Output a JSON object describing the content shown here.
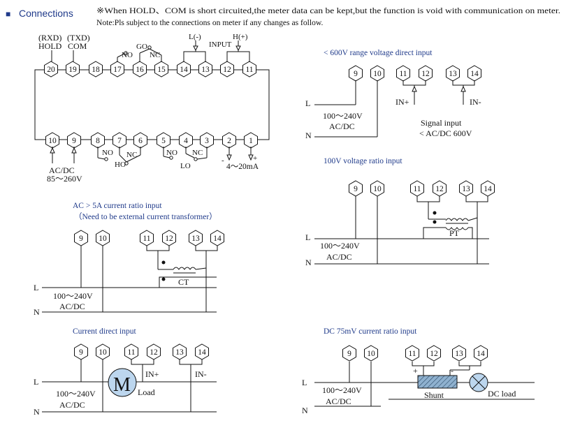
{
  "header": {
    "bullet": "■",
    "title": "Connections",
    "note_line1": "※When HOLD、COM is short circuited,the meter data can be kept,but the function is void with communication on meter.",
    "note_line2": "Note:Pls subject to the connections on meter if any changes as follow."
  },
  "terminal_block": {
    "top_terminals": [
      "20",
      "19",
      "18",
      "17",
      "16",
      "15",
      "14",
      "13",
      "12",
      "11"
    ],
    "bottom_terminals": [
      "10",
      "9",
      "8",
      "7",
      "6",
      "5",
      "4",
      "3",
      "2",
      "1"
    ],
    "labels": {
      "rxd": "(RXD)",
      "txd": "(TXD)",
      "hold": "HOLD",
      "com": "COM",
      "go": "GO",
      "no_top": "NO",
      "nc_top": "NC",
      "l_minus": "L(-)",
      "h_plus": "H(+)",
      "input": "INPUT",
      "acdc": "AC/DC",
      "supply_range": "85～260V",
      "no_hi": "NO",
      "nc_hi": "NC",
      "ho": "HO",
      "no_lo": "NO",
      "nc_lo": "NC",
      "lo": "LO",
      "minus": "-",
      "plus": "+",
      "current_out": "4～20mA"
    }
  },
  "sections": {
    "v600": {
      "title": "< 600V range voltage direct input",
      "terminals": [
        "9",
        "10",
        "11",
        "12",
        "13",
        "14"
      ],
      "line_l": "L",
      "line_n": "N",
      "supply_1": "100～240V",
      "supply_2": "AC/DC",
      "in_plus": "IN+",
      "in_minus": "IN-",
      "signal_1": "Signal input",
      "signal_2": "< AC/DC 600V"
    },
    "v100": {
      "title": "100V voltage ratio input",
      "terminals": [
        "9",
        "10",
        "11",
        "12",
        "13",
        "14"
      ],
      "line_l": "L",
      "line_n": "N",
      "supply_1": "100～240V",
      "supply_2": "AC/DC",
      "transformer": "PT"
    },
    "ac5a": {
      "title": "AC > 5A current ratio input",
      "subtitle": "（Need to be external current transformer）",
      "terminals": [
        "9",
        "10",
        "11",
        "12",
        "13",
        "14"
      ],
      "line_l": "L",
      "line_n": "N",
      "supply_1": "100～240V",
      "supply_2": "AC/DC",
      "transformer": "CT"
    },
    "current_direct": {
      "title": "Current direct input",
      "terminals": [
        "9",
        "10",
        "11",
        "12",
        "13",
        "14"
      ],
      "line_l": "L",
      "line_n": "N",
      "supply_1": "100～240V",
      "supply_2": "AC/DC",
      "motor": "M",
      "load": "Load",
      "in_plus": "IN+",
      "in_minus": "IN-"
    },
    "dc75mv": {
      "title": "DC 75mV current ratio input",
      "terminals": [
        "9",
        "10",
        "11",
        "12",
        "13",
        "14"
      ],
      "line_l": "L",
      "line_n": "N",
      "supply_1": "100～240V",
      "supply_2": "AC/DC",
      "plus": "+",
      "minus": "-",
      "shunt": "Shunt",
      "dc_load": "DC load"
    }
  },
  "colors": {
    "accent_blue": "#1f3a8a",
    "line": "#111111",
    "motor_fill": "#bcd6ee",
    "shunt_fill": "#8fb1cf"
  }
}
